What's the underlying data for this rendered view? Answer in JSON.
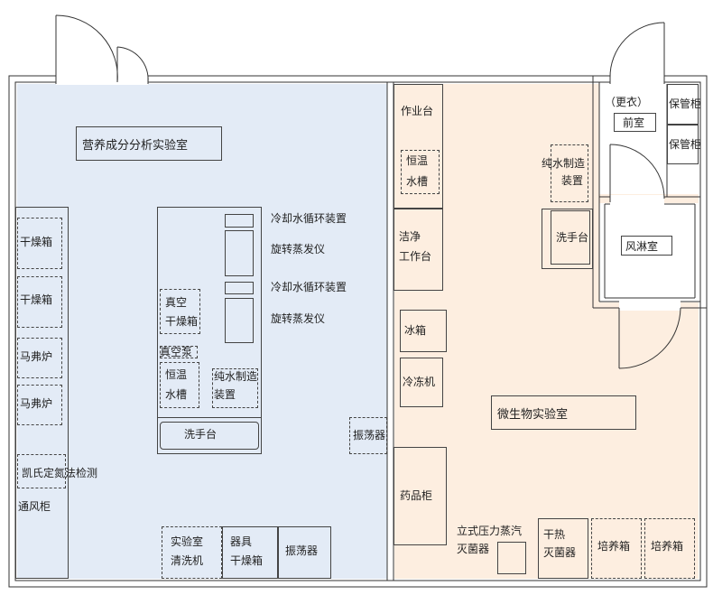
{
  "colors": {
    "nutrition_lab_fill": "#e3ebf6",
    "micro_lab_fill": "#fdeee0",
    "wall": "#333333"
  },
  "rooms": {
    "nutrition_lab": "营养成分分析实验室",
    "micro_lab": "微生物实验室",
    "front_room_note": "（更衣）",
    "front_room": "前室",
    "air_shower": "风淋室"
  },
  "left_wall_equipment": {
    "dryer_1": "干燥箱",
    "dryer_2": "干燥箱",
    "muffle_1": "马弗炉",
    "muffle_2": "马弗炉",
    "kjeldahl": "凯氏定氮法检测",
    "fume_hood": "通风柜"
  },
  "center_bench": {
    "cooling_1": "冷却水循环装置",
    "evaporator_1": "旋转蒸发仪",
    "cooling_2": "冷却水循环装置",
    "evaporator_2": "旋转蒸发仪",
    "vacuum_dryer_line1": "真空",
    "vacuum_dryer_line2": "干燥箱",
    "vacuum_pump": "真空泵",
    "water_bath_line1": "恒温",
    "water_bath_line2": "水槽",
    "pure_water_line1": "纯水制造",
    "pure_water_line2": "装置",
    "sink": "洗手台"
  },
  "shaker_right": "振荡器",
  "bottom_row": {
    "washer_line1": "实验室",
    "washer_line2": "清洗机",
    "utensil_dryer_line1": "器具",
    "utensil_dryer_line2": "干燥箱",
    "shaker": "振荡器"
  },
  "micro_left": {
    "workbench": "作业台",
    "water_bath_line1": "恒温",
    "water_bath_line2": "水槽",
    "clean_bench_line1": "洁净",
    "clean_bench_line2": "工作台",
    "fridge": "冰箱",
    "freeze_dryer": "冷冻机",
    "medicine_cabinet": "药品柜"
  },
  "micro_center": {
    "pure_water_line1": "纯水制造",
    "pure_water_line2": "装置",
    "sink": "洗手台"
  },
  "locker_1": "保管柜",
  "locker_2": "保管柜",
  "micro_bottom": {
    "autoclave_line1": "立式压力蒸汽",
    "autoclave_line2": "灭菌器",
    "dry_heat_line1": "干热",
    "dry_heat_line2": "灭菌器",
    "incubator_1": "培养箱",
    "incubator_2": "培养箱"
  }
}
